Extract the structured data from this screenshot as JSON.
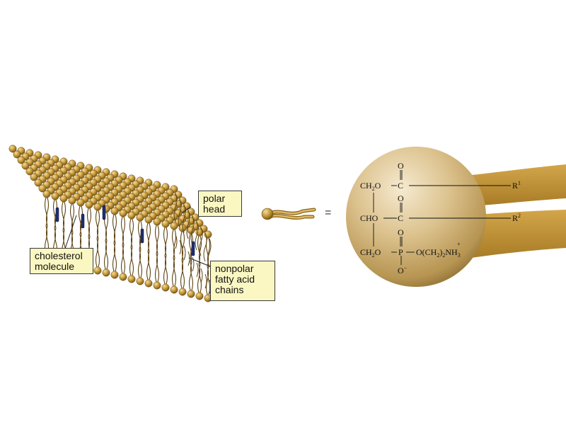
{
  "labels": {
    "polar_head": [
      "polar",
      "head"
    ],
    "nonpolar": [
      "nonpolar",
      "fatty acid",
      "chains"
    ],
    "cholesterol": [
      "cholesterol",
      "molecule"
    ]
  },
  "equals_sign": "=",
  "formula": {
    "row1": {
      "left": "CH",
      "left_sub": "2",
      "left_tail": "O",
      "carbon": "C",
      "oxygen": "O",
      "r": "R",
      "r_sup": "1"
    },
    "row2": {
      "left": "CHO",
      "carbon": "C",
      "oxygen": "O",
      "r": "R",
      "r_sup": "2"
    },
    "row3": {
      "left": "CH",
      "left_sub": "2",
      "left_tail": "O",
      "phosphorus": "P",
      "oxygen_top": "O",
      "oxygen_bottom": "O",
      "oxygen_bottom_charge": "−",
      "ester": "O(CH",
      "ester_sub": "2",
      "ester_mid": ")",
      "ester_sub2": "2",
      "amine": "NH",
      "amine_sub": "3",
      "amine_charge": "+"
    }
  },
  "colors": {
    "head": "#c79a3c",
    "tail": "#b8862b",
    "cholesterol": "#1f2f6b",
    "sphere": "#d9c08a",
    "callout_fill": "#fbf7c2"
  }
}
